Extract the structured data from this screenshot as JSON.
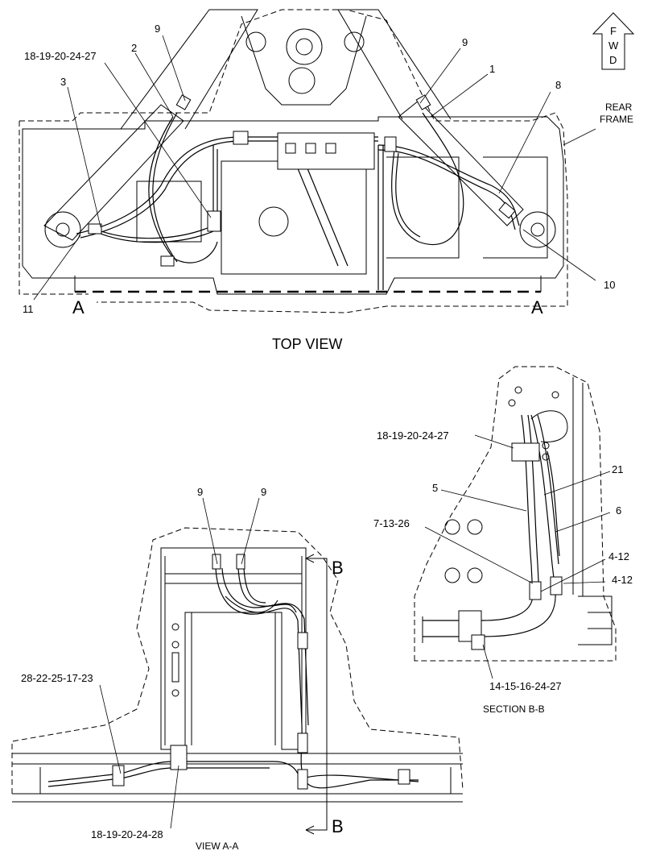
{
  "fwd_arrow": {
    "letters": [
      "F",
      "W",
      "D"
    ]
  },
  "top_view": {
    "caption": "TOP VIEW",
    "rear_frame_label": [
      "REAR",
      "FRAME"
    ],
    "section_letter": "A",
    "callouts": {
      "c9_left": "9",
      "c9_right": "9",
      "c18_left": "18-19-20-24-27",
      "c2": "2",
      "c3": "3",
      "c1": "1",
      "c8": "8",
      "c10": "10",
      "c11": "11"
    }
  },
  "view_aa": {
    "caption": "VIEW A-A",
    "section_letter": "B",
    "callouts": {
      "c9_a": "9",
      "c9_b": "9",
      "c28": "28-22-25-17-23",
      "c18": "18-19-20-24-28"
    }
  },
  "section_bb": {
    "caption": "SECTION B-B",
    "callouts": {
      "c18": "18-19-20-24-27",
      "c21": "21",
      "c5": "5",
      "c6": "6",
      "c7": "7-13-26",
      "c4_a": "4-12",
      "c4_b": "4-12",
      "c14": "14-15-16-24-27"
    }
  }
}
